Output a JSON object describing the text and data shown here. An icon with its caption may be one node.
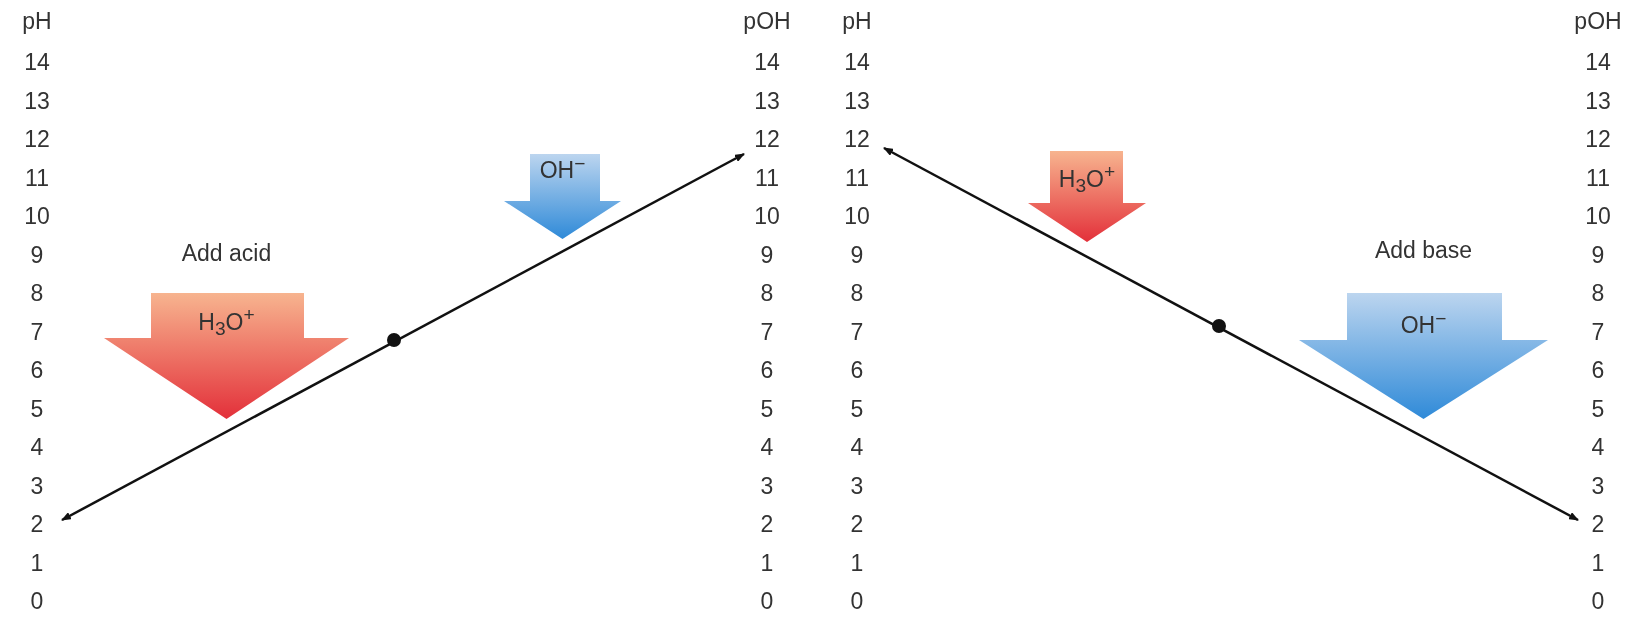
{
  "diagram": {
    "nodes": [
      {
        "text": [
          "Add acid",
          "H$_{3}$O$^{+}$"
        ]
      },
      {
        "text": [
          "OH$^{−}$"
        ]
      },
      {
        "text": [
          "H$_{3}$O$^{+}$"
        ]
      },
      {
        "text": [
          "Add base",
          "OH$^{−}$"
        ]
      }
    ],
    "edges": [],
    "labels": [
      "pH",
      "pOH",
      "pH",
      "pOH",
      "14",
      "14",
      "14",
      "14",
      "13",
      "13",
      "13",
      "13",
      "12",
      "12",
      "12",
      "12",
      "11",
      "11",
      "11",
      "11",
      "10",
      "10",
      "10",
      "10",
      "9",
      "9",
      "9",
      "9",
      "8",
      "8",
      "8",
      "8",
      "7",
      "7",
      "7",
      "7",
      "6",
      "6",
      "6",
      "6",
      "5",
      "5",
      "5",
      "5",
      "4",
      "4",
      "4",
      "4",
      "3",
      "3",
      "3",
      "3",
      "2",
      "2",
      "2",
      "2",
      "1",
      "1",
      "1",
      "1",
      "0",
      "0",
      "0",
      "0"
    ]
  }
}
